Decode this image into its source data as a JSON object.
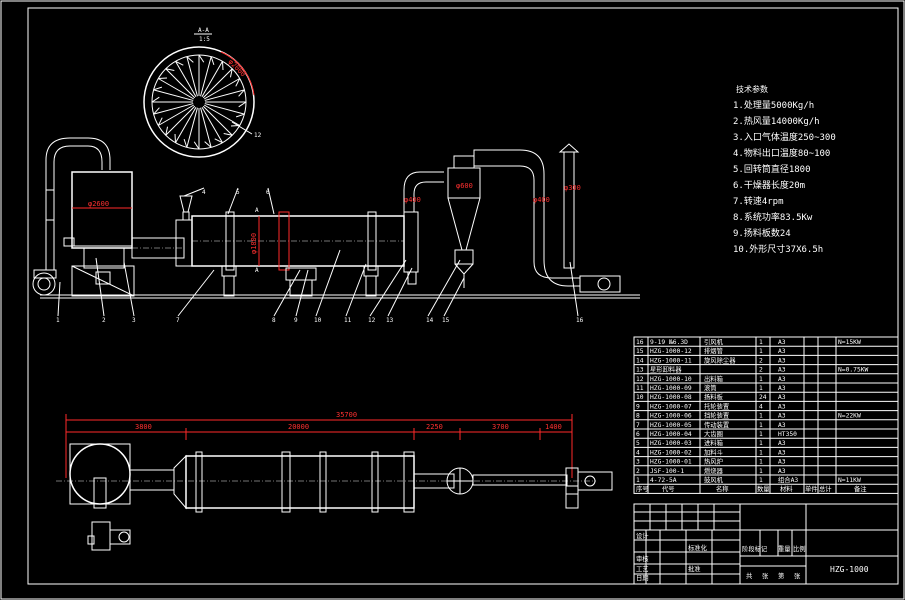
{
  "tech_params": {
    "title": "技术参数",
    "lines": [
      "1.处理量5000Kg/h",
      "2.热风量14000Kg/h",
      "3.入口气体温度250~300",
      "4.物料出口温度80~100",
      "5.回转筒直径1800",
      "6.干燥器长度20m",
      "7.转速4rpm",
      "8.系统功率83.5Kw",
      "9.扬料板数24",
      "10.外形尺寸37X6.5h"
    ]
  },
  "callouts": [
    "1",
    "2",
    "3",
    "4",
    "5",
    "6",
    "7",
    "8",
    "9",
    "10",
    "11",
    "12",
    "13",
    "14",
    "15",
    "16",
    "12"
  ],
  "section_label": {
    "top": "A-A",
    "sub": "1:5",
    "a": "A"
  },
  "dims": {
    "hot_furnace": "φ2600",
    "drum_dia": "φ1800",
    "cyclone1": "φ600",
    "cyclone2": "φ400",
    "cyclone3": "φ400",
    "stack": "φ300",
    "overall": "35700",
    "d1": "3800",
    "d2": "20000",
    "d3": "2250",
    "d4": "3700",
    "d5": "1400"
  },
  "bom": {
    "rows": [
      {
        "no": "16",
        "code": "9-19 №6.3D",
        "name": "引风机",
        "qty": "1",
        "mat": "A3",
        "note": "N=15KW"
      },
      {
        "no": "15",
        "code": "HZG-1000-12",
        "name": "排烟管",
        "qty": "1",
        "mat": "A3",
        "note": ""
      },
      {
        "no": "14",
        "code": "HZG-1000-11",
        "name": "旋风除尘器",
        "qty": "2",
        "mat": "A3",
        "note": ""
      },
      {
        "no": "13",
        "code": "星形卸料器",
        "name": "",
        "qty": "2",
        "mat": "A3",
        "note": "N=0.75KW"
      },
      {
        "no": "12",
        "code": "HZG-1000-10",
        "name": "出料箱",
        "qty": "1",
        "mat": "A3",
        "note": ""
      },
      {
        "no": "11",
        "code": "HZG-1000-09",
        "name": "滚筒",
        "qty": "1",
        "mat": "A3",
        "note": ""
      },
      {
        "no": "10",
        "code": "HZG-1000-08",
        "name": "扬料板",
        "qty": "24",
        "mat": "A3",
        "note": ""
      },
      {
        "no": "9",
        "code": "HZG-1000-07",
        "name": "托轮装置",
        "qty": "4",
        "mat": "A3",
        "note": ""
      },
      {
        "no": "8",
        "code": "HZG-1000-06",
        "name": "挡轮装置",
        "qty": "1",
        "mat": "A3",
        "note": "N=22KW"
      },
      {
        "no": "7",
        "code": "HZG-1000-05",
        "name": "传动装置",
        "qty": "1",
        "mat": "A3",
        "note": ""
      },
      {
        "no": "6",
        "code": "HZG-1000-04",
        "name": "大齿圈",
        "qty": "1",
        "mat": "HT350",
        "note": ""
      },
      {
        "no": "5",
        "code": "HZG-1000-03",
        "name": "进料箱",
        "qty": "1",
        "mat": "A3",
        "note": ""
      },
      {
        "no": "4",
        "code": "HZG-1000-02",
        "name": "加料斗",
        "qty": "1",
        "mat": "A3",
        "note": ""
      },
      {
        "no": "3",
        "code": "HZG-1000-01",
        "name": "热风炉",
        "qty": "1",
        "mat": "A3",
        "note": ""
      },
      {
        "no": "2",
        "code": "JSF-100-1",
        "name": "燃烧器",
        "qty": "1",
        "mat": "A3",
        "note": ""
      },
      {
        "no": "1",
        "code": "4-72-5A",
        "name": "鼓风机",
        "qty": "1",
        "mat": "组合A3",
        "note": "N=11KW"
      }
    ],
    "header": {
      "no": "序号",
      "code": "代号",
      "name": "名称",
      "qty": "数量",
      "mat": "材料",
      "w1": "单件",
      "w2": "总计",
      "note": "备注"
    }
  },
  "title_block": {
    "drawing_no": "HZG-1000",
    "cells": [
      "设计",
      "标准化",
      "审核",
      "工艺",
      "批准",
      "阶段标记",
      "重量",
      "比例",
      "共",
      "张",
      "第",
      "张",
      "日期"
    ]
  }
}
